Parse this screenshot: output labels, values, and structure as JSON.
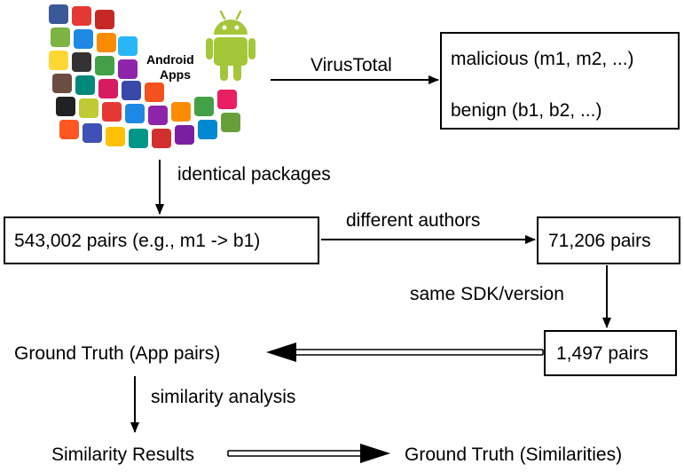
{
  "source": {
    "label_line1": "Android",
    "label_line2": "Apps"
  },
  "results_box": {
    "malicious": "malicious (m1, m2, ...)",
    "benign": "benign (b1, b2, ...)"
  },
  "edges": {
    "virustotal": "VirusTotal",
    "identical_packages": "identical packages",
    "different_authors": "different authors",
    "same_sdk": "same SDK/version",
    "similarity_analysis": "similarity analysis"
  },
  "nodes": {
    "pairs_543002": "543,002 pairs (e.g., m1 -> b1)",
    "pairs_71206": "71,206 pairs",
    "pairs_1497": "1,497 pairs",
    "ground_truth_app_pairs": "Ground Truth (App pairs)",
    "similarity_results": "Similarity Results",
    "ground_truth_similarities": "Ground Truth (Similarities)"
  },
  "colors": {
    "android_green": "#a4c639",
    "line": "#000000"
  }
}
